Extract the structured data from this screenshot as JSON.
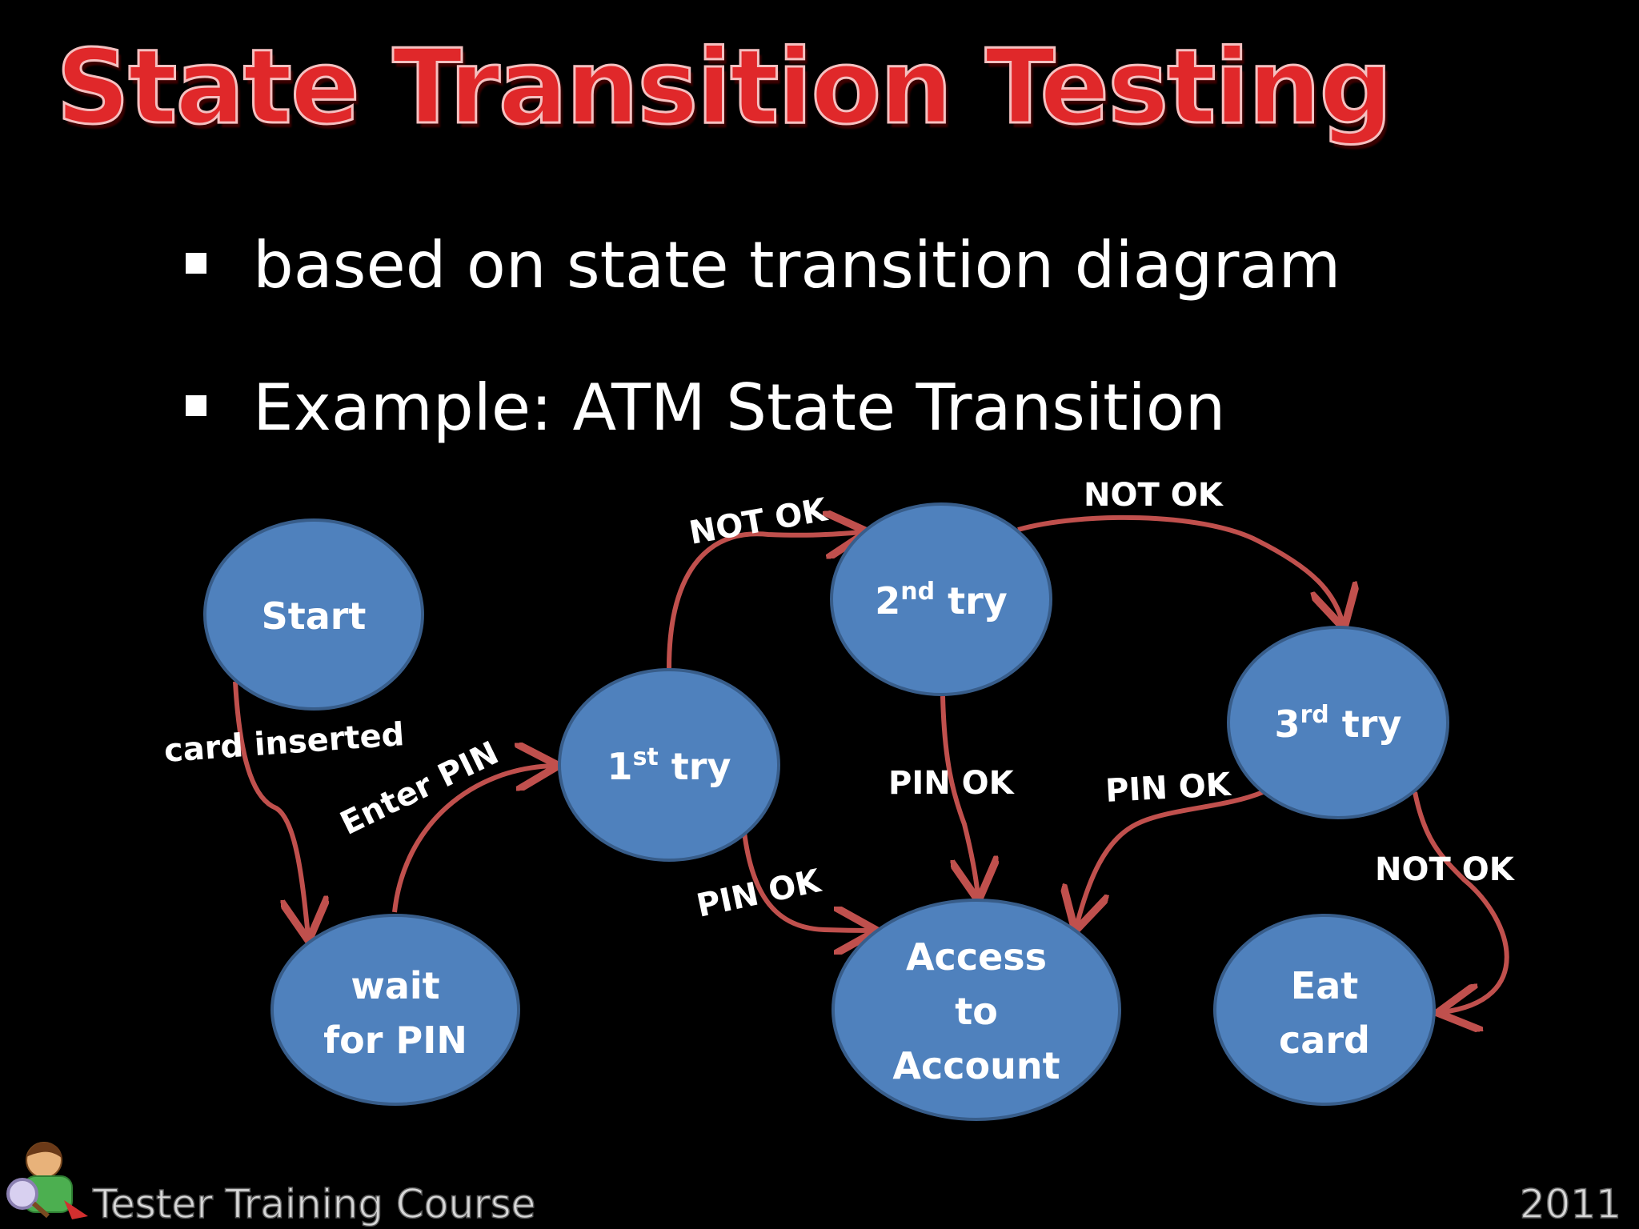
{
  "slide": {
    "title": "State Transition Testing",
    "bullets": [
      "based on state transition diagram",
      "Example: ATM State Transition"
    ]
  },
  "diagram": {
    "states": {
      "start": "Start",
      "wait_line1": "wait",
      "wait_line2": "for PIN",
      "try1_num": "1",
      "try1_sup": "st",
      "try1_word": " try",
      "try2_num": "2",
      "try2_sup": "nd",
      "try2_word": " try",
      "try3_num": "3",
      "try3_sup": "rd",
      "try3_word": " try",
      "access_line1": "Access",
      "access_line2": "to",
      "access_line3": "Account",
      "eat_line1": "Eat",
      "eat_line2": "card"
    },
    "transitions": {
      "card_inserted": "card inserted",
      "enter_pin": "Enter PIN",
      "not_ok_1_2": "NOT OK",
      "not_ok_2_3": "NOT OK",
      "not_ok_3_eat": "NOT OK",
      "pin_ok_1": "PIN OK",
      "pin_ok_2": "PIN OK",
      "pin_ok_3": "PIN OK"
    },
    "colors": {
      "state_fill": "#4f81bd",
      "state_stroke": "#385d8a",
      "arrow": "#c0504d"
    }
  },
  "footer": {
    "course": "Tester Training Course",
    "year": "2011"
  }
}
